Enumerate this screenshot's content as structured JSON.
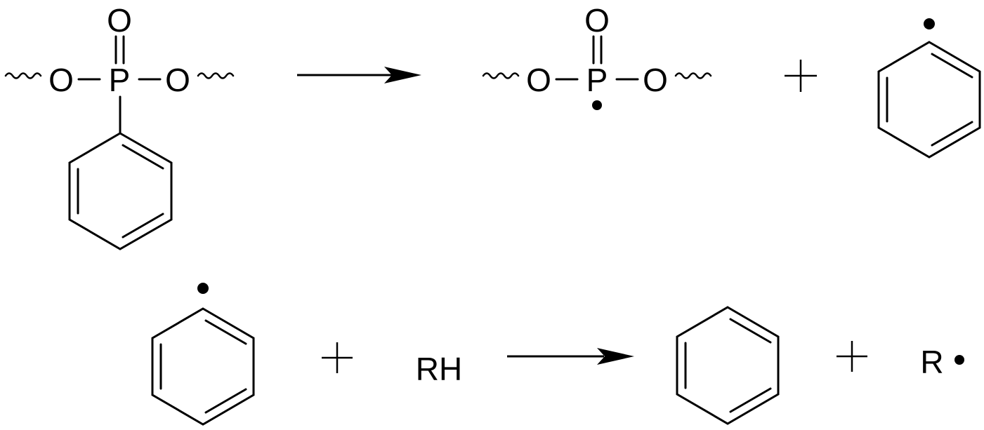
{
  "reaction1": {
    "reactant": {
      "atoms": {
        "o_top": "O",
        "p": "P",
        "o_left": "O",
        "o_right": "O"
      }
    },
    "product": {
      "atoms": {
        "o_top": "O",
        "p": "P",
        "o_left": "O",
        "o_right": "O"
      }
    }
  },
  "reaction2": {
    "reagent": "RH",
    "product_radical": "R"
  },
  "colors": {
    "ink": "#000000",
    "background": "#ffffff"
  }
}
